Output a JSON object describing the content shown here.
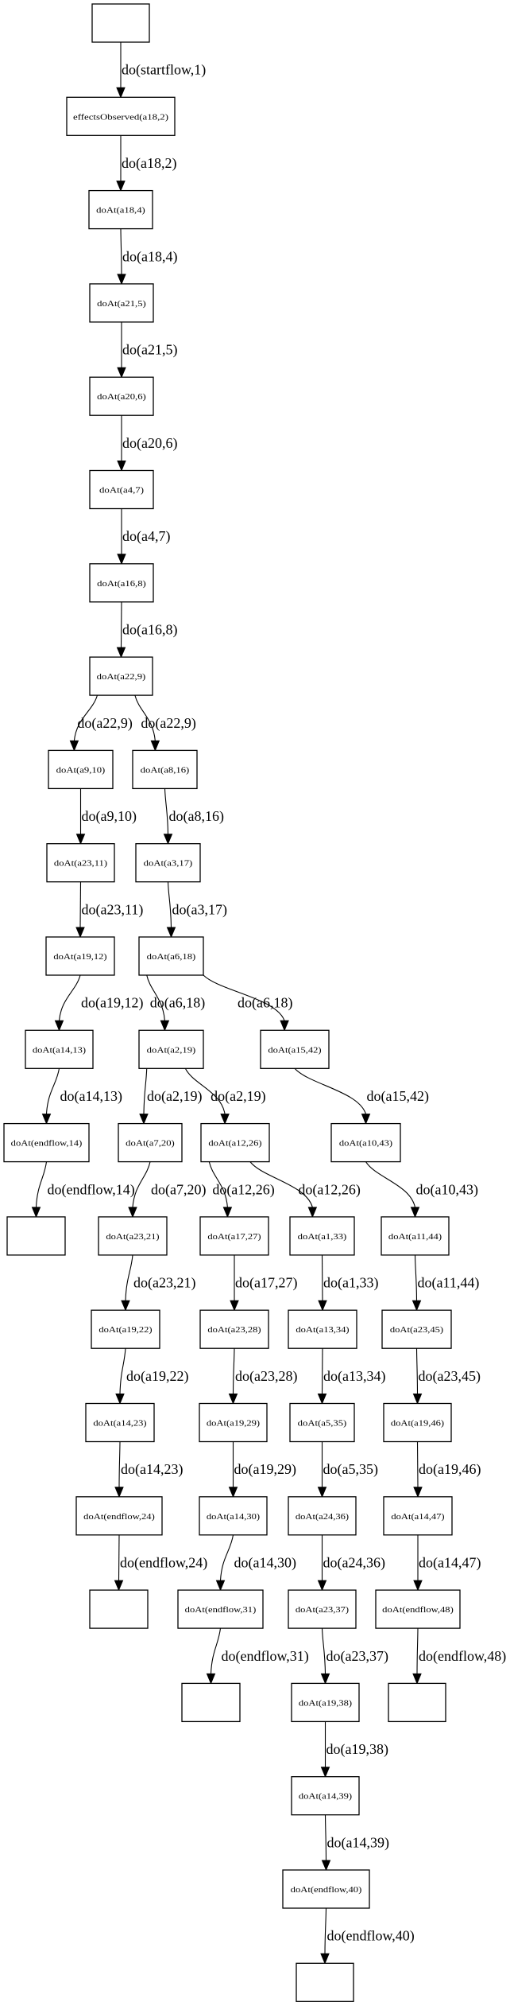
{
  "diagram": {
    "type": "directed-graph",
    "nodes": [
      {
        "id": "start",
        "label": ""
      },
      {
        "id": "n2",
        "label": "effectsObserved(a18,2)"
      },
      {
        "id": "n4",
        "label": "doAt(a18,4)"
      },
      {
        "id": "n5",
        "label": "doAt(a21,5)"
      },
      {
        "id": "n6",
        "label": "doAt(a20,6)"
      },
      {
        "id": "n7",
        "label": "doAt(a4,7)"
      },
      {
        "id": "n8",
        "label": "doAt(a16,8)"
      },
      {
        "id": "n9",
        "label": "doAt(a22,9)"
      },
      {
        "id": "n10",
        "label": "doAt(a9,10)"
      },
      {
        "id": "n16",
        "label": "doAt(a8,16)"
      },
      {
        "id": "n11",
        "label": "doAt(a23,11)"
      },
      {
        "id": "n17",
        "label": "doAt(a3,17)"
      },
      {
        "id": "n12",
        "label": "doAt(a19,12)"
      },
      {
        "id": "n18",
        "label": "doAt(a6,18)"
      },
      {
        "id": "n13",
        "label": "doAt(a14,13)"
      },
      {
        "id": "n19",
        "label": "doAt(a2,19)"
      },
      {
        "id": "n42",
        "label": "doAt(a15,42)"
      },
      {
        "id": "n14",
        "label": "doAt(endflow,14)"
      },
      {
        "id": "n20",
        "label": "doAt(a7,20)"
      },
      {
        "id": "n26",
        "label": "doAt(a12,26)"
      },
      {
        "id": "n43",
        "label": "doAt(a10,43)"
      },
      {
        "id": "end14",
        "label": ""
      },
      {
        "id": "n21",
        "label": "doAt(a23,21)"
      },
      {
        "id": "n27",
        "label": "doAt(a17,27)"
      },
      {
        "id": "n33",
        "label": "doAt(a1,33)"
      },
      {
        "id": "n44",
        "label": "doAt(a11,44)"
      },
      {
        "id": "n22",
        "label": "doAt(a19,22)"
      },
      {
        "id": "n28",
        "label": "doAt(a23,28)"
      },
      {
        "id": "n34",
        "label": "doAt(a13,34)"
      },
      {
        "id": "n45",
        "label": "doAt(a23,45)"
      },
      {
        "id": "n23",
        "label": "doAt(a14,23)"
      },
      {
        "id": "n29",
        "label": "doAt(a19,29)"
      },
      {
        "id": "n35",
        "label": "doAt(a5,35)"
      },
      {
        "id": "n46",
        "label": "doAt(a19,46)"
      },
      {
        "id": "n24",
        "label": "doAt(endflow,24)"
      },
      {
        "id": "n30",
        "label": "doAt(a14,30)"
      },
      {
        "id": "n36",
        "label": "doAt(a24,36)"
      },
      {
        "id": "n47",
        "label": "doAt(a14,47)"
      },
      {
        "id": "end24",
        "label": ""
      },
      {
        "id": "n31",
        "label": "doAt(endflow,31)"
      },
      {
        "id": "n37",
        "label": "doAt(a23,37)"
      },
      {
        "id": "n48",
        "label": "doAt(endflow,48)"
      },
      {
        "id": "end31",
        "label": ""
      },
      {
        "id": "n38",
        "label": "doAt(a19,38)"
      },
      {
        "id": "end48",
        "label": ""
      },
      {
        "id": "n39",
        "label": "doAt(a14,39)"
      },
      {
        "id": "n40",
        "label": "doAt(endflow,40)"
      },
      {
        "id": "end40",
        "label": ""
      }
    ],
    "edges": [
      {
        "from": "start",
        "to": "n2",
        "label": "do(startflow,1)"
      },
      {
        "from": "n2",
        "to": "n4",
        "label": "do(a18,2)"
      },
      {
        "from": "n4",
        "to": "n5",
        "label": "do(a18,4)"
      },
      {
        "from": "n5",
        "to": "n6",
        "label": "do(a21,5)"
      },
      {
        "from": "n6",
        "to": "n7",
        "label": "do(a20,6)"
      },
      {
        "from": "n7",
        "to": "n8",
        "label": "do(a4,7)"
      },
      {
        "from": "n8",
        "to": "n9",
        "label": "do(a16,8)"
      },
      {
        "from": "n9",
        "to": "n10",
        "label": "do(a22,9)"
      },
      {
        "from": "n9",
        "to": "n16",
        "label": "do(a22,9)"
      },
      {
        "from": "n10",
        "to": "n11",
        "label": "do(a9,10)"
      },
      {
        "from": "n16",
        "to": "n17",
        "label": "do(a8,16)"
      },
      {
        "from": "n11",
        "to": "n12",
        "label": "do(a23,11)"
      },
      {
        "from": "n17",
        "to": "n18",
        "label": "do(a3,17)"
      },
      {
        "from": "n12",
        "to": "n13",
        "label": "do(a19,12)"
      },
      {
        "from": "n18",
        "to": "n19",
        "label": "do(a6,18)"
      },
      {
        "from": "n18",
        "to": "n42",
        "label": "do(a6,18)"
      },
      {
        "from": "n13",
        "to": "n14",
        "label": "do(a14,13)"
      },
      {
        "from": "n19",
        "to": "n20",
        "label": "do(a2,19)"
      },
      {
        "from": "n19",
        "to": "n26",
        "label": "do(a2,19)"
      },
      {
        "from": "n42",
        "to": "n43",
        "label": "do(a15,42)"
      },
      {
        "from": "n14",
        "to": "end14",
        "label": "do(endflow,14)"
      },
      {
        "from": "n20",
        "to": "n21",
        "label": "do(a7,20)"
      },
      {
        "from": "n26",
        "to": "n27",
        "label": "do(a12,26)"
      },
      {
        "from": "n26",
        "to": "n33",
        "label": "do(a12,26)"
      },
      {
        "from": "n43",
        "to": "n44",
        "label": "do(a10,43)"
      },
      {
        "from": "n21",
        "to": "n22",
        "label": "do(a23,21)"
      },
      {
        "from": "n27",
        "to": "n28",
        "label": "do(a17,27)"
      },
      {
        "from": "n33",
        "to": "n34",
        "label": "do(a1,33)"
      },
      {
        "from": "n44",
        "to": "n45",
        "label": "do(a11,44)"
      },
      {
        "from": "n22",
        "to": "n23",
        "label": "do(a19,22)"
      },
      {
        "from": "n28",
        "to": "n29",
        "label": "do(a23,28)"
      },
      {
        "from": "n34",
        "to": "n35",
        "label": "do(a13,34)"
      },
      {
        "from": "n45",
        "to": "n46",
        "label": "do(a23,45)"
      },
      {
        "from": "n23",
        "to": "n24",
        "label": "do(a14,23)"
      },
      {
        "from": "n29",
        "to": "n30",
        "label": "do(a19,29)"
      },
      {
        "from": "n35",
        "to": "n36",
        "label": "do(a5,35)"
      },
      {
        "from": "n46",
        "to": "n47",
        "label": "do(a19,46)"
      },
      {
        "from": "n24",
        "to": "end24",
        "label": "do(endflow,24)"
      },
      {
        "from": "n30",
        "to": "n31",
        "label": "do(a14,30)"
      },
      {
        "from": "n36",
        "to": "n37",
        "label": "do(a24,36)"
      },
      {
        "from": "n47",
        "to": "n48",
        "label": "do(a14,47)"
      },
      {
        "from": "n31",
        "to": "end31",
        "label": "do(endflow,31)"
      },
      {
        "from": "n37",
        "to": "n38",
        "label": "do(a23,37)"
      },
      {
        "from": "n48",
        "to": "end48",
        "label": "do(endflow,48)"
      },
      {
        "from": "n38",
        "to": "n39",
        "label": "do(a19,38)"
      },
      {
        "from": "n39",
        "to": "n40",
        "label": "do(a14,39)"
      },
      {
        "from": "n40",
        "to": "end40",
        "label": "do(endflow,40)"
      }
    ]
  }
}
